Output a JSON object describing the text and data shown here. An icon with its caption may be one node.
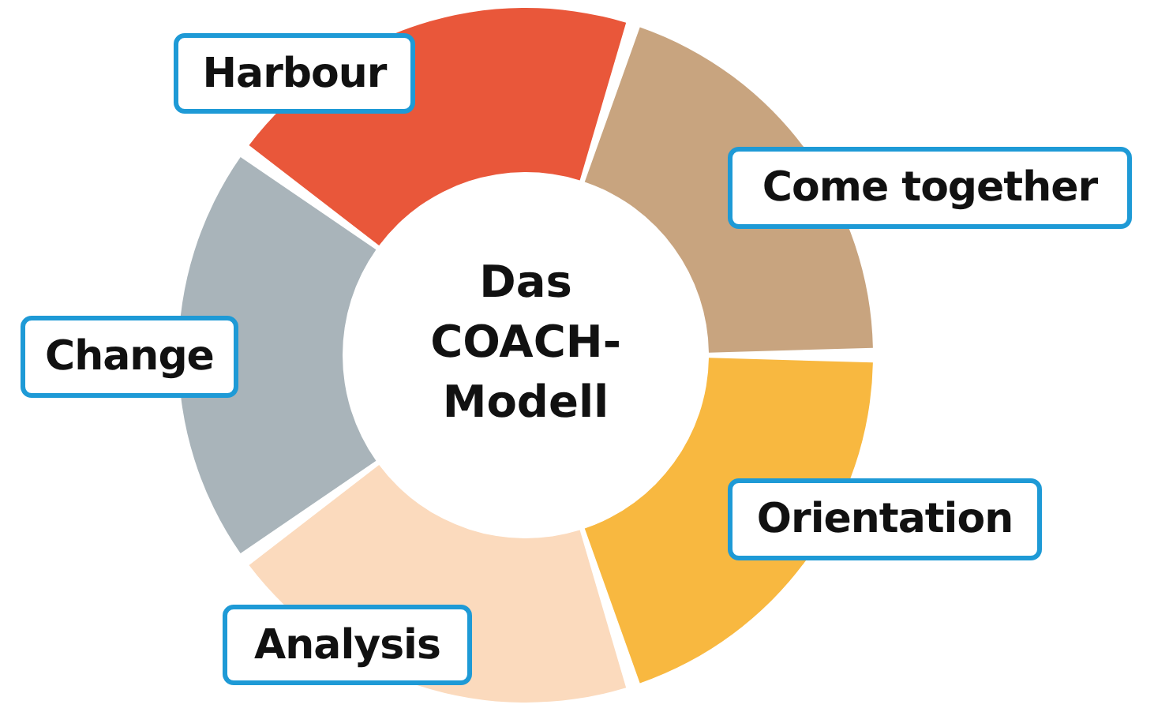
{
  "diagram": {
    "nodes": [
      {
        "text": [
          "Harbour"
        ]
      },
      {
        "text": [
          "Come together"
        ]
      },
      {
        "text": [
          "Das COACH-Modell"
        ]
      },
      {
        "text": [
          "Change"
        ]
      },
      {
        "text": [
          "Orientation"
        ]
      },
      {
        "text": [
          "Analysis"
        ]
      }
    ]
  }
}
